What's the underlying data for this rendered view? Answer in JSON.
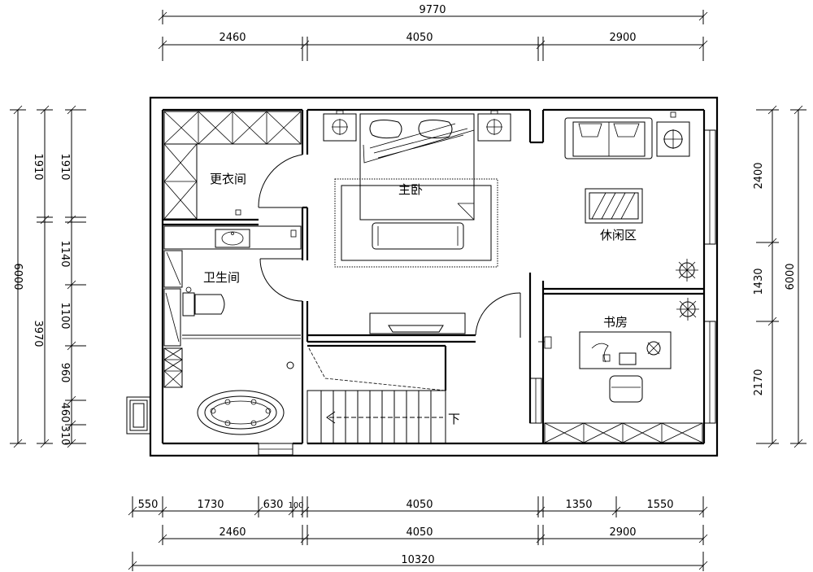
{
  "rooms": {
    "cloakroom": "更衣间",
    "master_bedroom": "主卧",
    "lounge": "休闲区",
    "bathroom": "卫生间",
    "study": "书房",
    "stairs_down": "下"
  },
  "dims_top": {
    "total": "9770",
    "seg1": "2460",
    "seg2": "4050",
    "seg3": "2900"
  },
  "dims_bottom": {
    "row1": [
      "550",
      "1730",
      "630",
      "100",
      "4050",
      "1350",
      "1550"
    ],
    "row2": [
      "2460",
      "4050",
      "2900"
    ],
    "total": "10320"
  },
  "dims_left": {
    "outer": "6000",
    "mid_top": "1910",
    "mid_bottom": "3970",
    "inner_top": "1910",
    "inner": [
      "1140",
      "1100",
      "960",
      "460",
      "310"
    ]
  },
  "dims_right": {
    "inner": [
      "2400",
      "1430",
      "2170"
    ],
    "outer": "6000"
  }
}
